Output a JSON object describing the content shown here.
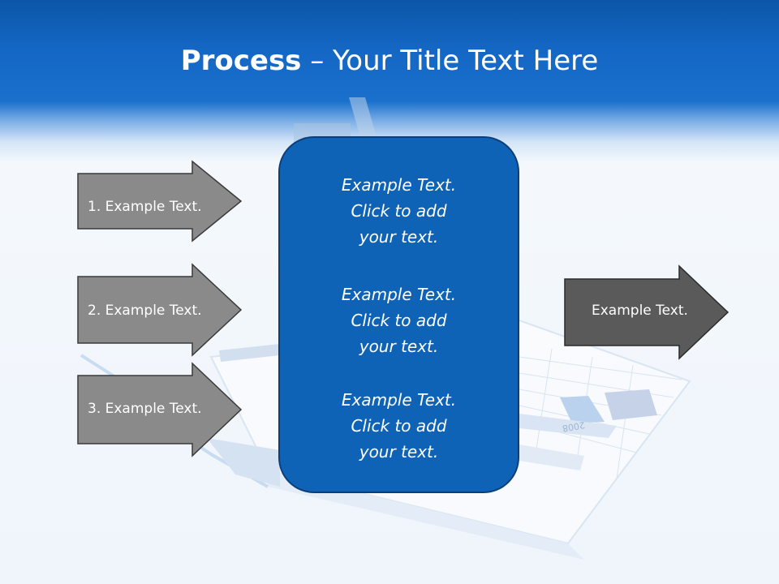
{
  "title": {
    "bold": "Process",
    "rest": " – Your Title Text Here"
  },
  "left_arrows": [
    {
      "label": "1. Example Text."
    },
    {
      "label": "2. Example Text."
    },
    {
      "label": "3. Example Text."
    }
  ],
  "center_box": {
    "blocks": [
      {
        "line1": "Example Text.",
        "line2": "Click  to add",
        "line3": "your text."
      },
      {
        "line1": "Example Text.",
        "line2": "Click  to add",
        "line3": "your text."
      },
      {
        "line1": "Example Text.",
        "line2": "Click  to add",
        "line3": "your text."
      }
    ]
  },
  "right_arrow": {
    "label": "Example Text."
  },
  "document_year": "2008",
  "colors": {
    "header_blue": "#1467c4",
    "box_blue": "#0f63b6",
    "arrow_gray": "#8a8a8a",
    "arrow_dark": "#5a5a5a"
  }
}
